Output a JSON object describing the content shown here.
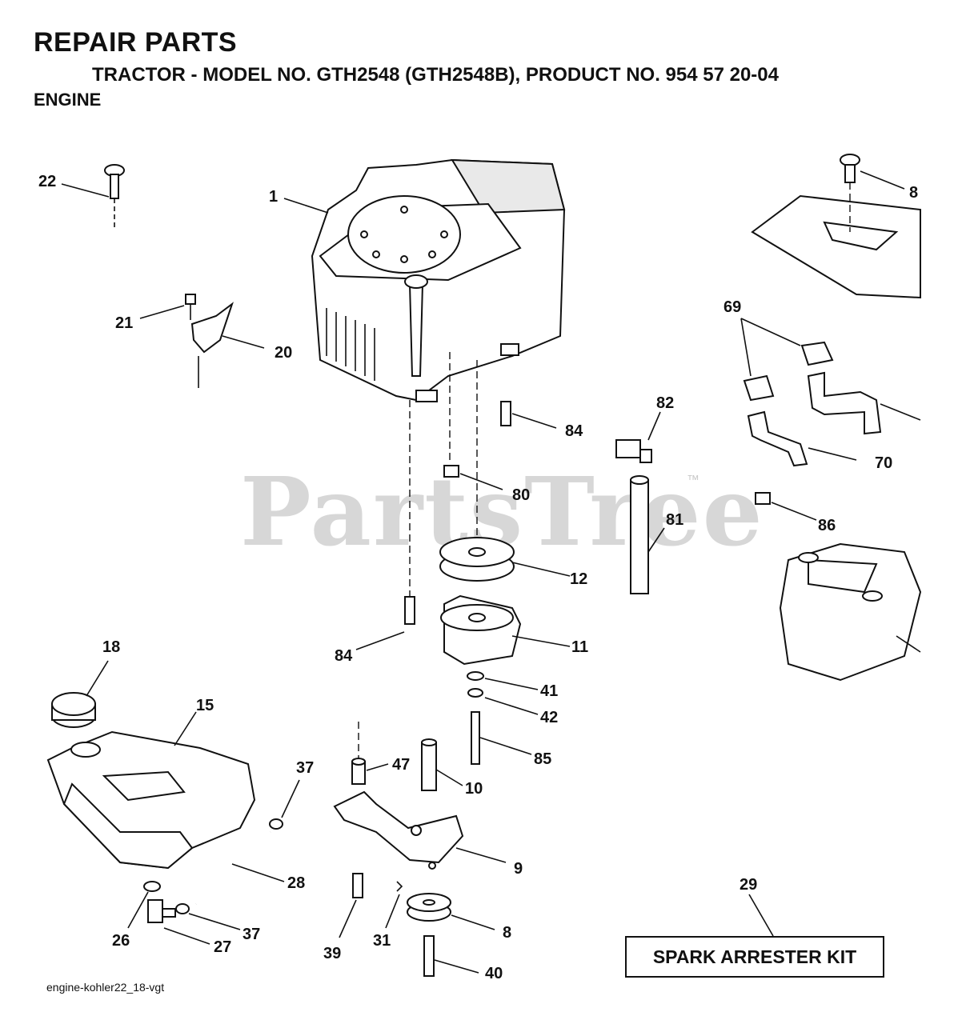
{
  "header": {
    "title": "REPAIR PARTS",
    "subtitle": "TRACTOR - MODEL NO. GTH2548 (GTH2548B), PRODUCT NO. 954 57 20-04",
    "section": "ENGINE"
  },
  "watermark": {
    "text": "PartsTree",
    "tm": "™"
  },
  "kit_box": {
    "label": "SPARK ARRESTER KIT"
  },
  "footer": {
    "drawing_id": "engine-kohler22_18-vgt"
  },
  "callouts": {
    "c22": "22",
    "c1": "1",
    "c8_top": "8",
    "c21": "21",
    "c20": "20",
    "c69": "69",
    "c82": "82",
    "c84_upper": "84",
    "c70": "70",
    "c80": "80",
    "c81": "81",
    "c86": "86",
    "c12": "12",
    "c18": "18",
    "c84_lower": "84",
    "c11": "11",
    "c15": "15",
    "c41": "41",
    "c42": "42",
    "c37_upper": "37",
    "c47": "47",
    "c85": "85",
    "c10": "10",
    "c9": "9",
    "c28": "28",
    "c29": "29",
    "c26": "26",
    "c37_lower": "37",
    "c27": "27",
    "c39": "39",
    "c31": "31",
    "c8_lower": "8",
    "c40": "40"
  }
}
